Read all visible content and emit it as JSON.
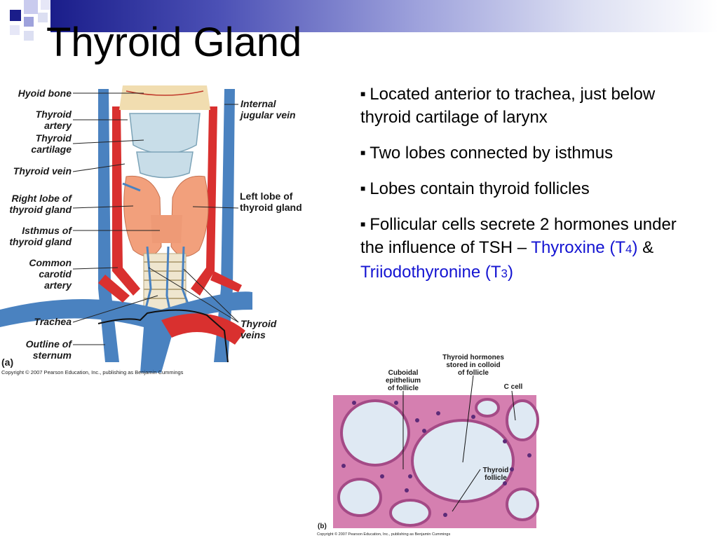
{
  "title": "Thyroid Gland",
  "bullets": {
    "b1": "Located anterior to trachea, just below thyroid cartilage of larynx",
    "b2": "Two lobes connected by isthmus",
    "b3": "Lobes contain thyroid follicles",
    "b4_pre": "Follicular cells secrete 2 hormones under the influence of TSH – ",
    "b4_h1": "Thyroxine (T",
    "b4_h1_sub": "4",
    "b4_h1_close": ")",
    "b4_amp": " &",
    "b4_h2": "Triiodothyronine (T",
    "b4_h2_sub": "3",
    "b4_h2_close": ")"
  },
  "figure_a": {
    "labels": {
      "hyoid_bone": "Hyoid bone",
      "thyroid_artery_1": "Thyroid",
      "thyroid_artery_2": "artery",
      "thyroid_cartilage_1": "Thyroid",
      "thyroid_cartilage_2": "cartilage",
      "thyroid_vein": "Thyroid vein",
      "right_lobe_1": "Right lobe of",
      "right_lobe_2": "thyroid gland",
      "isthmus_1": "Isthmus of",
      "isthmus_2": "thyroid gland",
      "carotid_1": "Common",
      "carotid_2": "carotid",
      "carotid_3": "artery",
      "trachea": "Trachea",
      "sternum_1": "Outline of",
      "sternum_2": "sternum",
      "jugular_1": "Internal",
      "jugular_2": "jugular vein",
      "left_lobe_1": "Left lobe of",
      "left_lobe_2": "thyroid gland",
      "thyroid_veins_1": "Thyroid",
      "thyroid_veins_2": "veins",
      "panel": "(a)"
    },
    "credit": "Copyright © 2007 Pearson Education, Inc., publishing as Benjamin Cummings"
  },
  "figure_b": {
    "labels": {
      "cuboidal_1": "Cuboidal",
      "cuboidal_2": "epithelium",
      "cuboidal_3": "of follicle",
      "hormones_1": "Thyroid hormones",
      "hormones_2": "stored in colloid",
      "hormones_3": "of follicle",
      "c_cell": "C cell",
      "follicle_1": "Thyroid",
      "follicle_2": "follicle",
      "panel": "(b)"
    },
    "credit": "Copyright © 2007 Pearson Education, Inc., publishing as Benjamin Cummings"
  },
  "colors": {
    "header_dark": "#1a1d8a",
    "artery": "#d9302f",
    "vein": "#4a82c0",
    "gland": "#f2a07c",
    "highlight_text": "#1414d2",
    "stain": "#c2589a"
  }
}
